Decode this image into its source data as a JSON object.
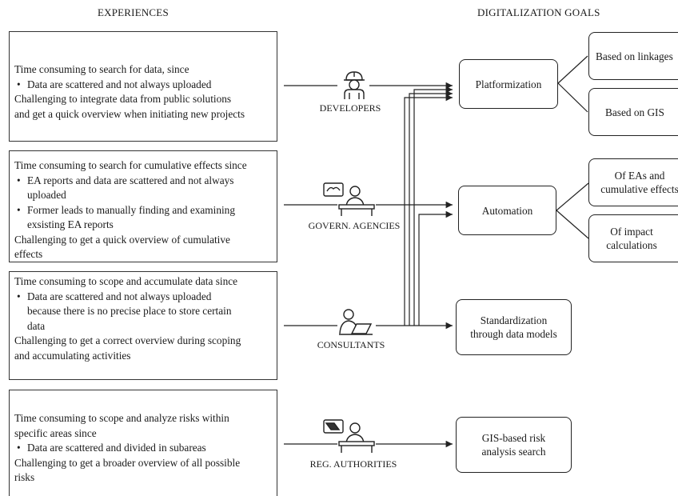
{
  "headers": {
    "experiences": "EXPERIENCES",
    "goals": "DIGITALIZATION GOALS"
  },
  "experiences": [
    {
      "lines": [
        {
          "t": "ln",
          "x": "Time consuming to search for data, since"
        },
        {
          "t": "bul",
          "x": "Data are scattered and not always uploaded"
        },
        {
          "t": "ln",
          "x": "Challenging to integrate data from public solutions"
        },
        {
          "t": "ln",
          "x": "and get a quick overview when initiating new projects"
        }
      ]
    },
    {
      "lines": [
        {
          "t": "ln",
          "x": "Time consuming to search for cumulative effects since"
        },
        {
          "t": "bul",
          "x": "EA reports and data are scattered and not always"
        },
        {
          "t": "cont",
          "x": "uploaded"
        },
        {
          "t": "bul",
          "x": "Former leads to manually finding and examining"
        },
        {
          "t": "cont",
          "x": "exsisting EA reports"
        },
        {
          "t": "ln",
          "x": "Challenging to get a quick overview of cumulative"
        },
        {
          "t": "ln",
          "x": "effects"
        }
      ]
    },
    {
      "lines": [
        {
          "t": "ln",
          "x": "Time consuming to scope and accumulate data since"
        },
        {
          "t": "bul",
          "x": "Data are scattered and not always uploaded"
        },
        {
          "t": "cont",
          "x": "because there is no precise place to store certain"
        },
        {
          "t": "cont",
          "x": "data"
        },
        {
          "t": "ln",
          "x": "Challenging to get a correct overview during scoping"
        },
        {
          "t": "ln",
          "x": "and accumulating activities"
        }
      ]
    },
    {
      "lines": [
        {
          "t": "ln",
          "x": "Time consuming to scope and analyze risks within"
        },
        {
          "t": "ln",
          "x": "specific areas since"
        },
        {
          "t": "bul",
          "x": "Data are scattered and divided in subareas"
        },
        {
          "t": "ln",
          "x": "Challenging to get a broader overview of all possible"
        },
        {
          "t": "ln",
          "x": "risks"
        }
      ]
    }
  ],
  "actors": [
    {
      "label": "DEVELOPERS",
      "icon": "developer-hardhat-icon"
    },
    {
      "label": "GOVERN. AGENCIES",
      "icon": "government-agent-desk-icon"
    },
    {
      "label": "CONSULTANTS",
      "icon": "consultant-laptop-icon"
    },
    {
      "label": "REG. AUTHORITIES",
      "icon": "regional-authority-desk-icon"
    }
  ],
  "goals": {
    "platformization": "Platformization",
    "automation": "Automation",
    "standardization": "Standardization through data models",
    "gis_risk": "GIS-based risk analysis search",
    "linkages": "Based on linkages",
    "gis": "Based on GIS",
    "eas": "Of EAs and cumulative effects",
    "impact": "Of impact calculations"
  }
}
